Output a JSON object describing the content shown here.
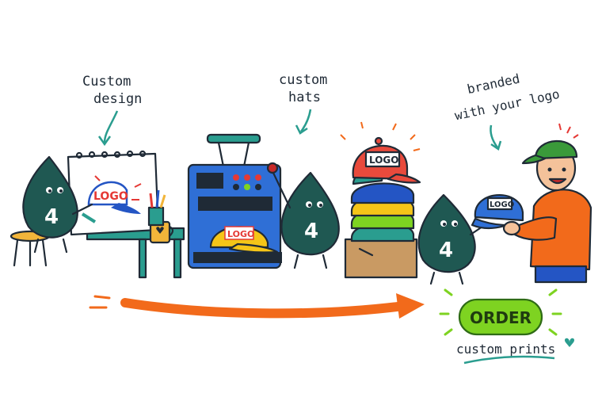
{
  "captions": {
    "design": [
      "Custom",
      "design"
    ],
    "hats": [
      "custom",
      "hats"
    ],
    "branded": [
      "branded",
      "with your logo"
    ]
  },
  "scene": {
    "mascot_number": "4",
    "logo_text": "LOGO"
  },
  "cta": {
    "order_label": "ORDER",
    "tagline": "custom prints",
    "colors": {
      "button": "#7ed321",
      "arrow": "#f26a1b",
      "accent": "#2a9d8f"
    }
  },
  "icons": [
    "curved-arrow-icon",
    "heart-icon",
    "sparkle-icon"
  ]
}
